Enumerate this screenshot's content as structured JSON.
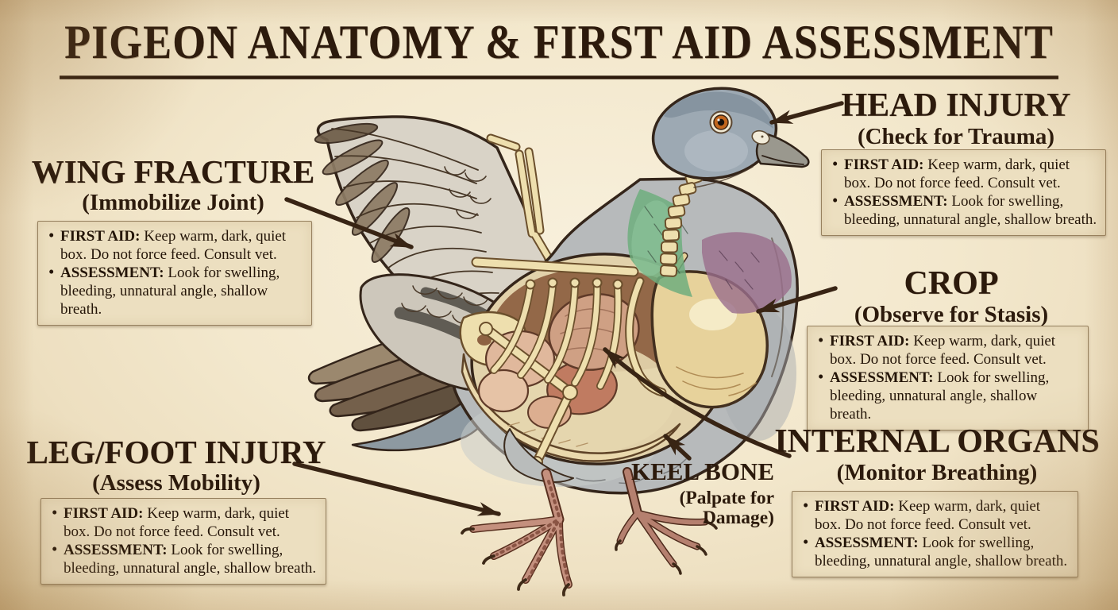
{
  "title": "PIGEON ANATOMY & FIRST AID ASSESSMENT",
  "sections": {
    "wing_fracture": {
      "title": "WING FRACTURE",
      "subtitle": "(Immobilize Joint)",
      "bullets": [
        {
          "label": "FIRST AID:",
          "text": "Keep warm, dark, quiet box. Do not force feed. Consult vet."
        },
        {
          "label": "ASSESSMENT:",
          "text": "Look for swelling, bleeding, unnatural angle, shallow breath."
        }
      ]
    },
    "head_injury": {
      "title": "HEAD INJURY",
      "subtitle": "(Check for Trauma)",
      "bullets": [
        {
          "label": "FIRST AID:",
          "text": "Keep warm, dark, quiet box. Do not force feed. Consult vet."
        },
        {
          "label": "ASSESSMENT:",
          "text": "Look for swelling, bleeding, unnatural angle, shallow breath."
        }
      ]
    },
    "crop": {
      "title": "CROP",
      "subtitle": "(Observe for Stasis)",
      "bullets": [
        {
          "label": "FIRST AID:",
          "text": "Keep warm, dark, quiet box. Do not force feed. Consult vet."
        },
        {
          "label": "ASSESSMENT:",
          "text": "Look for swelling, bleeding, unnatural angle, shallow breath."
        }
      ]
    },
    "internal_organs": {
      "title": "INTERNAL ORGANS",
      "subtitle": "(Monitor Breathing)",
      "bullets": [
        {
          "label": "FIRST AID:",
          "text": "Keep warm, dark, quiet box. Do not force feed. Consult vet."
        },
        {
          "label": "ASSESSMENT:",
          "text": "Look for swelling, bleeding, unnatural angle, shallow breath."
        }
      ]
    },
    "leg_foot_injury": {
      "title": "LEG/FOOT INJURY",
      "subtitle": "(Assess Mobility)",
      "bullets": [
        {
          "label": "FIRST AID:",
          "text": "Keep warm, dark, quiet box. Do not force feed. Consult vet."
        },
        {
          "label": "ASSESSMENT:",
          "text": "Look for swelling, bleeding, unnatural angle, shallow breath."
        }
      ]
    },
    "keel_bone": {
      "title": "KEEL BONE",
      "subtitle_lines": [
        "(Palpate for",
        "Damage)"
      ]
    }
  },
  "palette": {
    "paper": "#f3e8cd",
    "ink": "#2c1a0c",
    "box_fill": "#ecdfc0",
    "box_border": "#97815f",
    "arrow": "#382414",
    "bone": "#eedfae",
    "organ_pink": "#cfa084",
    "crop_sac": "#e7d29b",
    "iridescent_green": "#6fae7e",
    "iridescent_purple": "#9a6e8c"
  }
}
